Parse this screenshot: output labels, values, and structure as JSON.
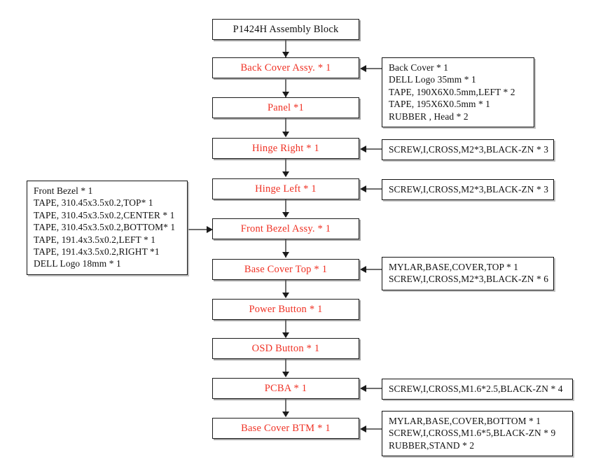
{
  "diagram": {
    "title_node": {
      "label": "P1424H   Assembly Block"
    },
    "flow_nodes": [
      {
        "label": "Back Cover Assy. * 1"
      },
      {
        "label": "Panel *1"
      },
      {
        "label": "Hinge Right  * 1"
      },
      {
        "label": "Hinge Left  * 1"
      },
      {
        "label": "Front Bezel Assy. * 1"
      },
      {
        "label": "Base Cover Top  * 1"
      },
      {
        "label": "Power Button  * 1"
      },
      {
        "label": "OSD Button  * 1"
      },
      {
        "label": "PCBA * 1"
      },
      {
        "label": "Base Cover BTM  * 1"
      }
    ],
    "notes": {
      "back_cover": [
        "Back Cover * 1",
        "DELL Logo 35mm  * 1",
        "TAPE, 190X6X0.5mm,LEFT * 2",
        "TAPE, 195X6X0.5mm * 1",
        "RUBBER , Head * 2"
      ],
      "hinge_right": [
        "SCREW,I,CROSS,M2*3,BLACK-ZN * 3"
      ],
      "hinge_left": [
        "SCREW,I,CROSS,M2*3,BLACK-ZN * 3"
      ],
      "front_bezel": [
        "Front Bezel * 1",
        "TAPE, 310.45x3.5x0.2,TOP* 1",
        "TAPE, 310.45x3.5x0.2,CENTER * 1",
        "TAPE, 310.45x3.5x0.2,BOTTOM* 1",
        "TAPE, 191.4x3.5x0.2,LEFT * 1",
        "TAPE, 191.4x3.5x0.2,RIGHT *1",
        "DELL Logo 18mm * 1"
      ],
      "base_cover_top": [
        "MYLAR,BASE,COVER,TOP * 1",
        "SCREW,I,CROSS,M2*3,BLACK-ZN * 6"
      ],
      "pcba": [
        "SCREW,I,CROSS,M1.6*2.5,BLACK-ZN * 4"
      ],
      "base_cover_btm": [
        "MYLAR,BASE,COVER,BOTTOM * 1",
        "SCREW,I,CROSS,M1.6*5,BLACK-ZN * 9",
        "RUBBER,STAND * 2"
      ]
    },
    "colors": {
      "part_text": "#ef3124",
      "title_text": "#111111",
      "note_text": "#111111",
      "box_border": "#1b1b1b",
      "connector": "#6f6f6f",
      "background": "#ffffff"
    }
  }
}
